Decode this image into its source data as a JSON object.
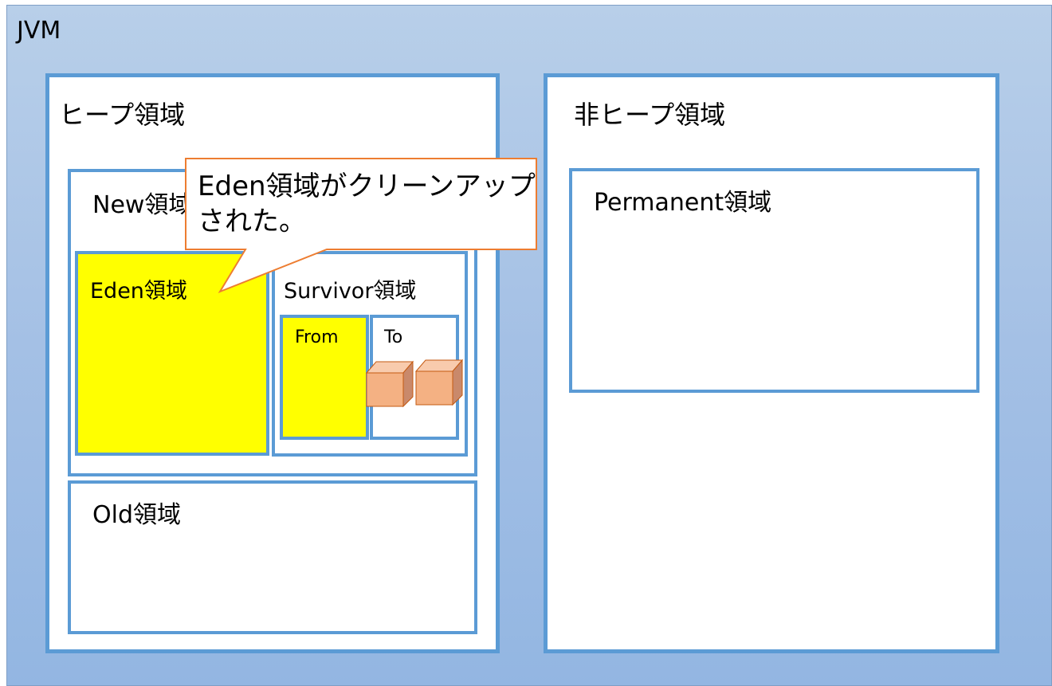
{
  "jvm": {
    "label": "JVM"
  },
  "heap": {
    "label": "ヒープ領域",
    "new_gen": {
      "label": "New領域",
      "eden": {
        "label": "Eden領域",
        "fill": "#ffff00"
      },
      "survivor": {
        "label": "Survivor領域",
        "from": {
          "label": "From",
          "fill": "#ffff00"
        },
        "to": {
          "label": "To",
          "objects": 2
        }
      }
    },
    "old_gen": {
      "label": "Old領域"
    }
  },
  "non_heap": {
    "label": "非ヒープ領域",
    "permanent": {
      "label": "Permanent領域"
    }
  },
  "callout": {
    "line1": "Eden領域がクリーンアップ",
    "line2": "された。"
  },
  "colors": {
    "border": "#5b9bd5",
    "background_top": "#b8cfe9",
    "background_bottom": "#93b6e2",
    "callout_border": "#ed7d31",
    "object_fill": "#f4b183",
    "highlight": "#ffff00"
  }
}
